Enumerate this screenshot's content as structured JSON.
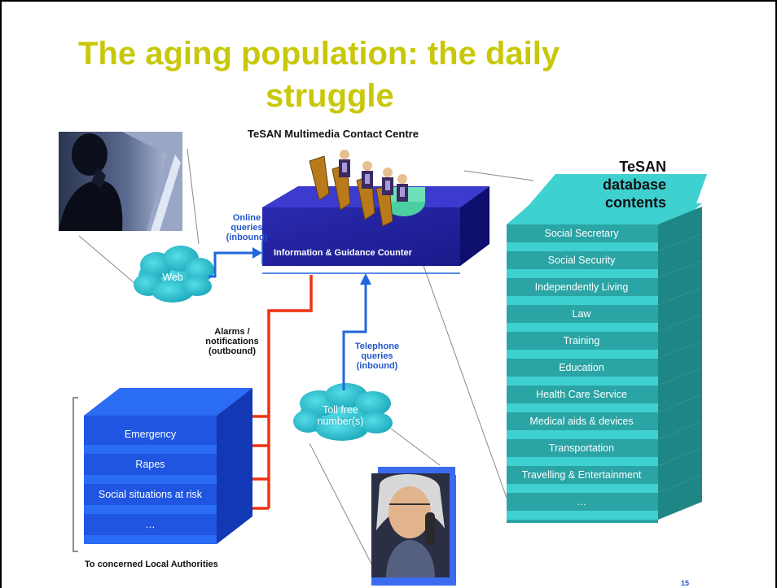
{
  "slide": {
    "title_line1": "The aging population: the daily",
    "title_line2": "struggle",
    "page_number": "15"
  },
  "contact_centre": {
    "title": "TeSAN Multimedia Contact Centre",
    "counter_label": "Information & Guidance Counter"
  },
  "channels": {
    "web_cloud": "Web",
    "online_queries": [
      "Online",
      "queries",
      "(inbound)"
    ],
    "telephone_queries": [
      "Telephone",
      "queries",
      "(inbound)"
    ],
    "alarms": [
      "Alarms /",
      "notifications",
      "(outbound)"
    ],
    "tollfree_cloud": [
      "Toll free",
      "number(s)"
    ]
  },
  "database": {
    "title": [
      "TeSAN",
      "database",
      "contents"
    ],
    "items": [
      "Social Secretary",
      "Social Security",
      "Independently Living",
      "Law",
      "Training",
      "Education",
      "Health Care Service",
      "Medical aids & devices",
      "Transportation",
      "Travelling & Entertainment",
      "…"
    ],
    "color_face": "#2aa4a4",
    "color_top": "#3fd0d0",
    "color_side": "#1f8686"
  },
  "local_authorities": {
    "items": [
      "Emergency",
      "Rapes",
      "Social situations at risk",
      "…"
    ],
    "caption": "To concerned Local Authorities",
    "color_face": "#1f55e0",
    "color_top": "#2b6cf5",
    "color_side": "#1238b5"
  },
  "colors": {
    "title": "#c8c80a",
    "inbound_arrow": "#2266dd",
    "outbound_arrow": "#ee3311",
    "cloud": "#22b8c8"
  },
  "icons": {
    "person_top_left": "person-at-computer-photo",
    "person_bottom": "woman-on-phone-photo",
    "operators": "call-centre-operators-clipart"
  }
}
